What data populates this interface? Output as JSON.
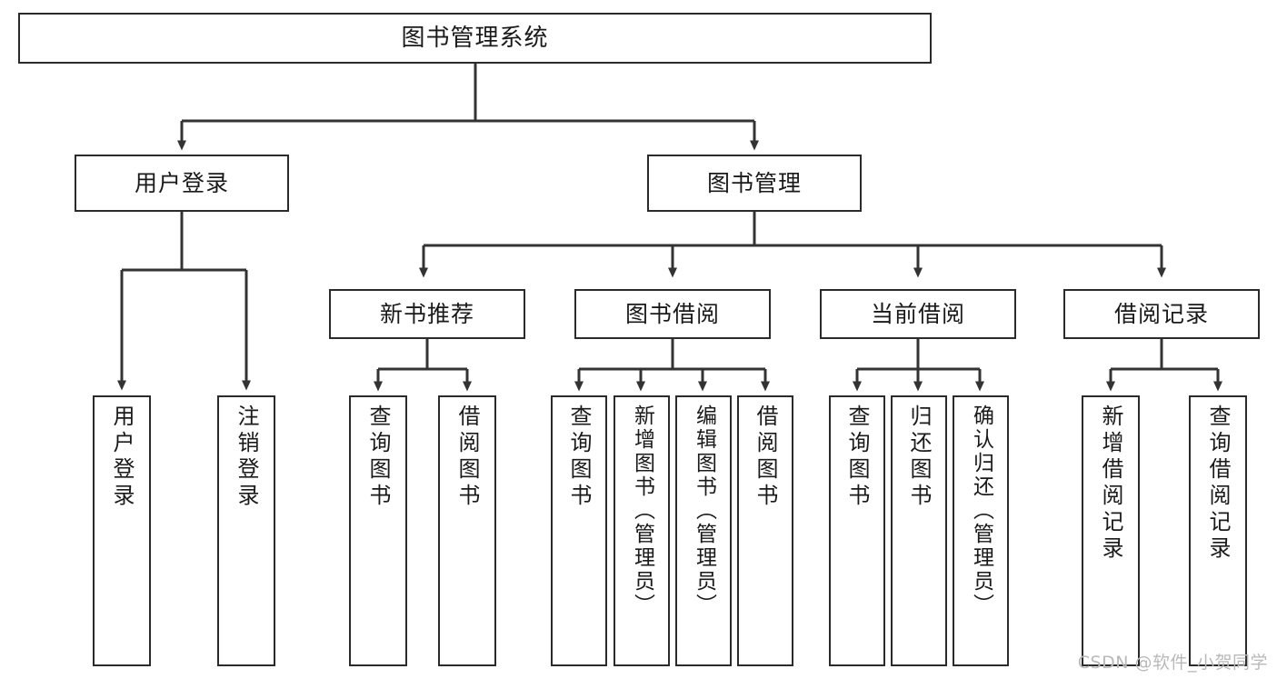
{
  "diagram": {
    "title": "图书管理系统",
    "type": "tree-hierarchy-diagram",
    "colors": {
      "box_border": "#2b2b2b",
      "box_fill": "#ffffff",
      "connector": "#333333",
      "text": "#1a1a1a",
      "watermark": "#b9b9b9",
      "background": "#ffffff"
    },
    "watermark": "CSDN @软件_小贺同学"
  },
  "nodes": {
    "root": {
      "label": "图书管理系统"
    },
    "level2": [
      {
        "label": "用户登录"
      },
      {
        "label": "图书管理"
      }
    ],
    "level3": [
      {
        "label": "新书推荐"
      },
      {
        "label": "图书借阅"
      },
      {
        "label": "当前借阅"
      },
      {
        "label": "借阅记录"
      }
    ],
    "leaves": {
      "user_login": [
        {
          "label": "用户登录"
        },
        {
          "label": "注销登录"
        }
      ],
      "new_book_recommend": [
        {
          "label": "查询图书"
        },
        {
          "label": "借阅图书"
        }
      ],
      "book_borrow": [
        {
          "label": "查询图书"
        },
        {
          "label": "新增图书（管理员）"
        },
        {
          "label": "编辑图书（管理员）"
        },
        {
          "label": "借阅图书"
        }
      ],
      "current_borrow": [
        {
          "label": "查询图书"
        },
        {
          "label": "归还图书"
        },
        {
          "label": "确认归还（管理员）"
        }
      ],
      "borrow_record": [
        {
          "label": "新增借阅记录"
        },
        {
          "label": "查询借阅记录"
        }
      ]
    }
  }
}
